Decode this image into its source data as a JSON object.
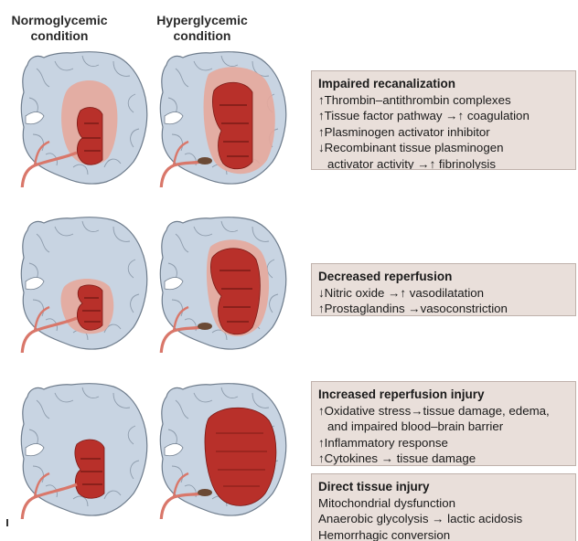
{
  "headers": {
    "normo": [
      "Normoglycemic",
      "condition"
    ],
    "hyper": [
      "Hyperglycemic",
      "condition"
    ]
  },
  "colors": {
    "brain_fill": "#c8d4e2",
    "brain_stroke": "#6e7c8c",
    "penumbra": "#e6a99c",
    "core": "#b8302a",
    "vessel": "#d9776a",
    "clot": "#6b4a35",
    "box_bg": "#e9dfda"
  },
  "boxes": [
    {
      "title": "Impaired recanalization",
      "lines": [
        "↑Thrombin–antithrombin complexes",
        "↑Tissue factor pathway →↑ coagulation",
        "↑Plasminogen activator inhibitor",
        "↓Recombinant tissue plasminogen",
        "activator activity →↑ fibrinolysis"
      ]
    },
    {
      "title": "Decreased reperfusion",
      "lines": [
        "↓Nitric oxide →↑ vasodilatation",
        "↑Prostaglandins →vasoconstriction"
      ]
    },
    {
      "title": "Increased reperfusion injury",
      "lines": [
        "↑Oxidative stress→tissue damage, edema,",
        "and impaired blood–brain barrier",
        "↑Inflammatory response",
        "↑Cytokines → tissue damage"
      ]
    },
    {
      "title": "Direct tissue injury",
      "lines": [
        "Mitochondrial dysfunction",
        "Anaerobic glycolysis → lactic acidosis",
        "Hemorrhagic conversion"
      ]
    }
  ]
}
